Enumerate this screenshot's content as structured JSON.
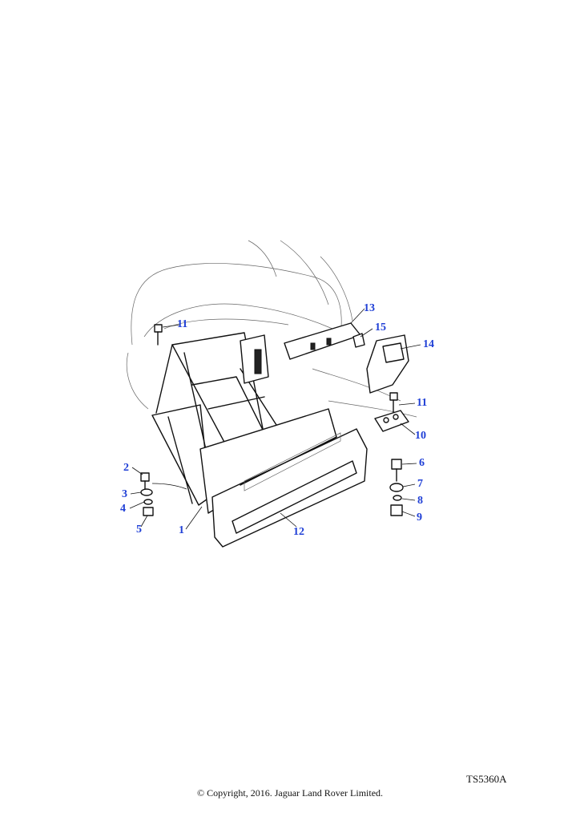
{
  "diagram": {
    "callouts": [
      {
        "id": "c11a",
        "text": "11"
      },
      {
        "id": "c13",
        "text": "13"
      },
      {
        "id": "c15",
        "text": "15"
      },
      {
        "id": "c14",
        "text": "14"
      },
      {
        "id": "c11b",
        "text": "11"
      },
      {
        "id": "c10",
        "text": "10"
      },
      {
        "id": "c2",
        "text": "2"
      },
      {
        "id": "c3",
        "text": "3"
      },
      {
        "id": "c4",
        "text": "4"
      },
      {
        "id": "c5",
        "text": "5"
      },
      {
        "id": "c1",
        "text": "1"
      },
      {
        "id": "c12",
        "text": "12"
      },
      {
        "id": "c6",
        "text": "6"
      },
      {
        "id": "c7",
        "text": "7"
      },
      {
        "id": "c8",
        "text": "8"
      },
      {
        "id": "c9",
        "text": "9"
      }
    ],
    "reference": "TS5360A",
    "copyright": "© Copyright, 2016. Jaguar Land Rover Limited.",
    "colors": {
      "callout": "#1f3fd6",
      "line": "#111111",
      "background": "#ffffff"
    }
  }
}
